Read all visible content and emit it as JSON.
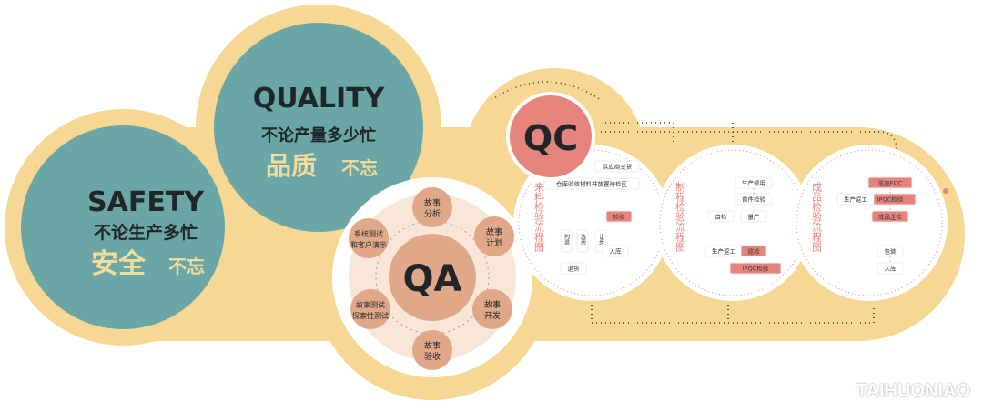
{
  "colors": {
    "yellow": "#f6d794",
    "teal": "#6aa6a5",
    "peach": "#e0a888",
    "pink": "#e5837c",
    "dark": "#1f2528",
    "cream": "#f3dc9c"
  },
  "safety": {
    "title": "SAFETY",
    "line1": "不论生产多忙",
    "big": "安全",
    "small": "不忘"
  },
  "quality": {
    "title": "QUALITY",
    "line1": "不论产量多少忙",
    "big": "品质",
    "small": "不忘"
  },
  "qa": {
    "title": "QA",
    "items": [
      [
        "故事",
        "分析"
      ],
      [
        "故事",
        "计划"
      ],
      [
        "故事",
        "开发"
      ],
      [
        "故事",
        "验收"
      ],
      [
        "故事测试",
        "探索性测试"
      ],
      [
        "系统测试",
        "和客户演示"
      ]
    ]
  },
  "qc": {
    "title": "QC"
  },
  "flow1": {
    "title": "来料检验流程图",
    "nodes": [
      "供应商交货",
      "仓库验收材料并放置待检区",
      "检验",
      "判退",
      "选用",
      "让步",
      "入库",
      "退货"
    ]
  },
  "flow2": {
    "title": "制程检验流程图",
    "nodes": [
      "生产领用",
      "首件检验",
      "自检",
      "量产",
      "生产返工",
      "巡检",
      "IPQC检验"
    ]
  },
  "flow3": {
    "title": "成品检验流程图",
    "nodes": [
      "巡查FQC",
      "IPQC检验",
      "成品全检",
      "生产返工",
      "包装",
      "入库"
    ]
  },
  "watermark": "TAIHUONIAO"
}
